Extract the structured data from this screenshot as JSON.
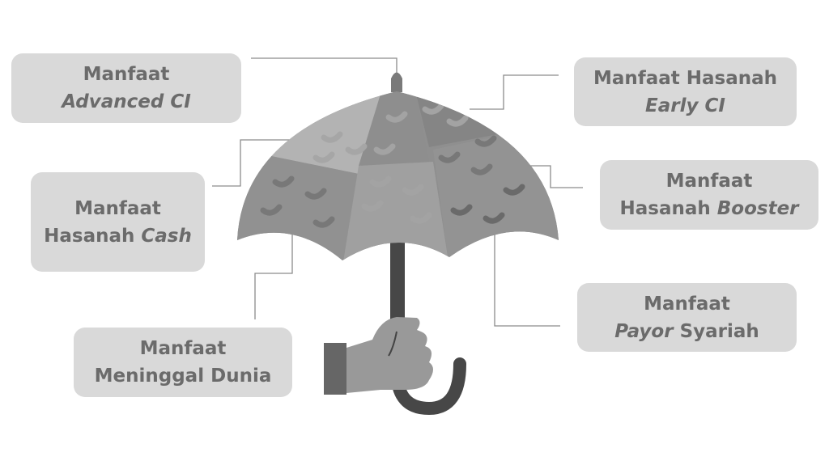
{
  "labels": {
    "advanced_ci": {
      "line1": "Manfaat",
      "italic": "Advanced CI",
      "plain": ""
    },
    "early_ci": {
      "line1": "Manfaat Hasanah",
      "italic": "Early CI",
      "plain": ""
    },
    "cash": {
      "line1": "Manfaat",
      "plain": "Hasanah ",
      "italic": "Cash"
    },
    "booster": {
      "line1": "Manfaat",
      "plain": "Hasanah ",
      "italic": "Booster"
    },
    "meninggal": {
      "line1": "Manfaat",
      "plain": "Meninggal Dunia"
    },
    "payor": {
      "line1": "Manfaat",
      "italic": "Payor",
      "plain": " Syariah"
    }
  },
  "colors": {
    "box": "#d9d9d9",
    "text": "#6b6b6b",
    "line": "#8c8c8c"
  }
}
